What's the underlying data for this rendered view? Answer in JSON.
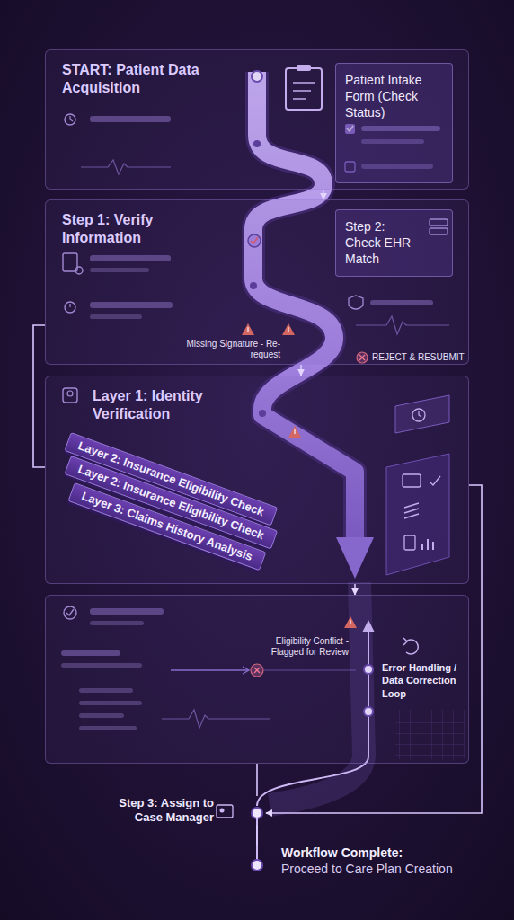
{
  "diagram": {
    "nodes": [
      {
        "text": [
          "START: Patient Data Acquisition"
        ]
      },
      {
        "text": [
          "Patient Intake Form (Check Status)"
        ],
        "in": 0
      },
      {
        "text": [
          "Step 1: Verify Information"
        ]
      },
      {
        "text": [
          "Step 2: Check EHR Match"
        ],
        "in": 2
      },
      {
        "text": [
          "Layer 1: Identity Verification"
        ]
      },
      {
        "text": [
          "Layer 2: Insurance Eligibility Check"
        ],
        "in": 4
      },
      {
        "text": [
          "Layer 2: Insurance Eligibility Check"
        ],
        "in": 4
      },
      {
        "text": [
          "Layer 3: Claims History Analysis"
        ],
        "in": 4
      },
      {
        "text": [
          "Error Handling / Data Correction Loop"
        ]
      },
      {
        "text": [
          "Step 3: Assign to Case Manager"
        ]
      },
      {
        "text": [
          "Workflow Complete:",
          "Proceed to Care Plan Creation"
        ]
      }
    ],
    "edges": [
      {
        "from": 0,
        "to": 2,
        "arrow": "to"
      },
      {
        "from": 2,
        "to": 4,
        "arrow": "to"
      },
      {
        "from": 4,
        "to": 8,
        "arrow": "to"
      },
      {
        "from": 8,
        "to": 9,
        "arrow": "none"
      },
      {
        "from": 9,
        "to": 10,
        "arrow": "none"
      },
      {
        "from": 4,
        "to": 9,
        "arrow": "to"
      },
      {
        "from": 2,
        "to": 4,
        "arrow": "none"
      }
    ],
    "labels": [
      "Missing Signature - Re-request",
      "REJECT & RESUBMIT",
      "Eligibility Conflict - Flagged for Review"
    ]
  }
}
